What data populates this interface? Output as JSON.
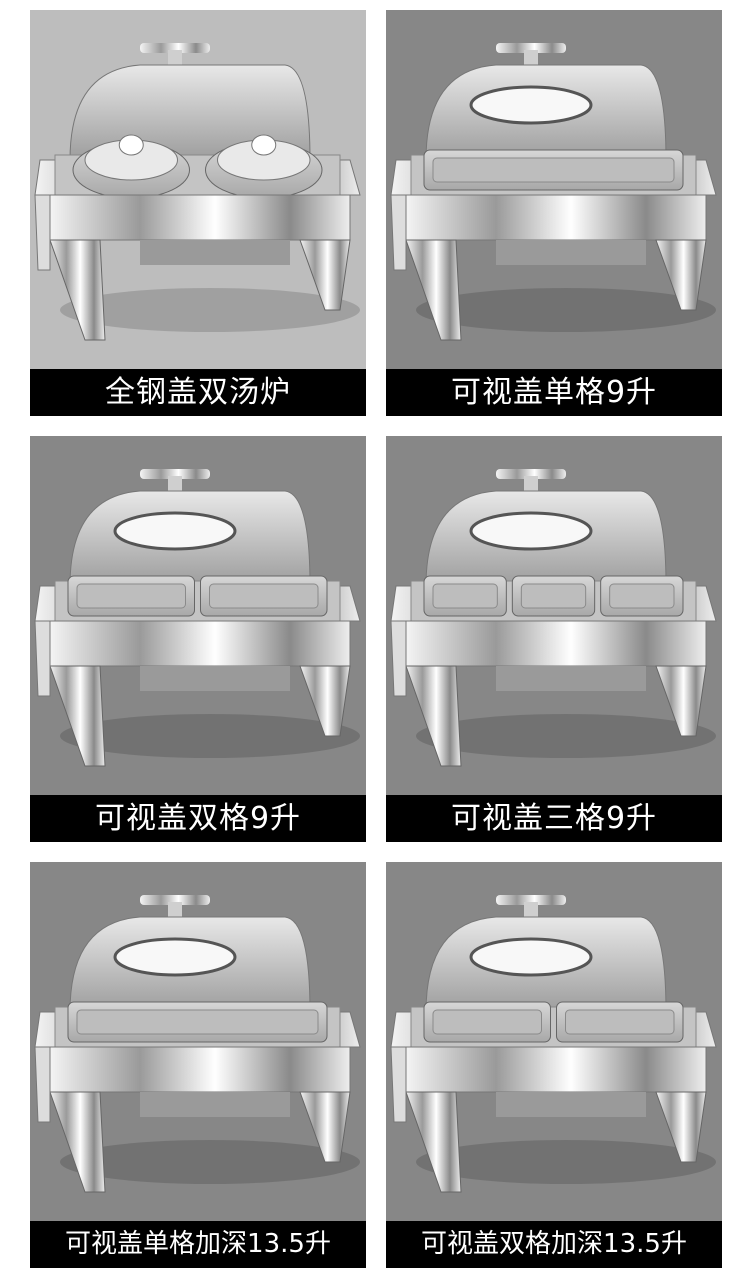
{
  "colors": {
    "panel_light": "#bdbdbd",
    "panel_dark": "#878787",
    "caption_bg": "#000000",
    "caption_text": "#ffffff"
  },
  "products": [
    {
      "label": "全钢盖双汤炉",
      "compartments": 2,
      "type": "soup",
      "window": false
    },
    {
      "label": "可视盖单格9升",
      "compartments": 1,
      "type": "pan",
      "window": true
    },
    {
      "label": "可视盖双格9升",
      "compartments": 2,
      "type": "pan",
      "window": true
    },
    {
      "label": "可视盖三格9升",
      "compartments": 3,
      "type": "pan",
      "window": true
    },
    {
      "label": "可视盖单格加深13.5升",
      "compartments": 1,
      "type": "pan",
      "window": true
    },
    {
      "label": "可视盖双格加深13.5升",
      "compartments": 2,
      "type": "pan",
      "window": true
    }
  ]
}
